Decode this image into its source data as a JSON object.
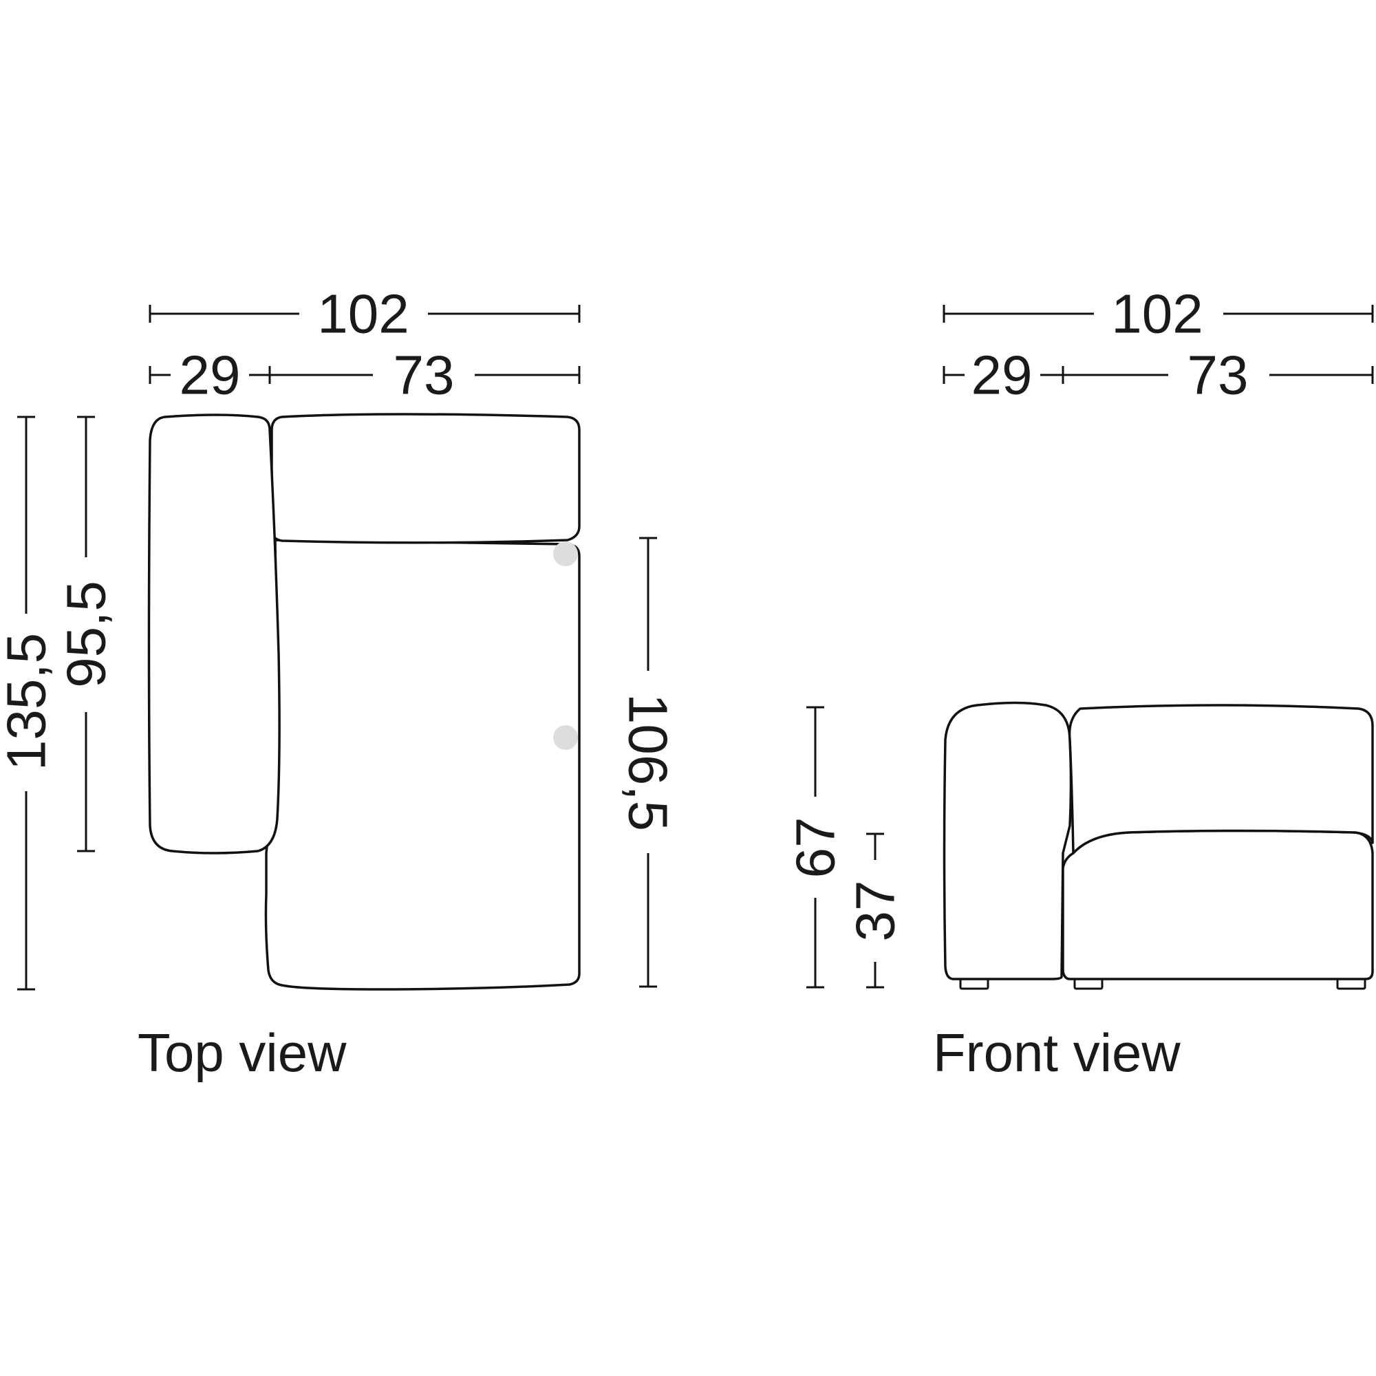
{
  "top_view": {
    "caption": "Top view",
    "width_total": "102",
    "width_arm": "29",
    "width_seat": "73",
    "depth_total": "135,5",
    "depth_arm": "95,5",
    "depth_seat": "106,5"
  },
  "front_view": {
    "caption": "Front view",
    "width_total": "102",
    "width_arm": "29",
    "width_seat": "73",
    "height_total": "67",
    "height_seat": "37"
  },
  "colors": {
    "line": "#111111",
    "text": "#1a1a1a",
    "marker": "#dddddd",
    "background": "#ffffff"
  }
}
